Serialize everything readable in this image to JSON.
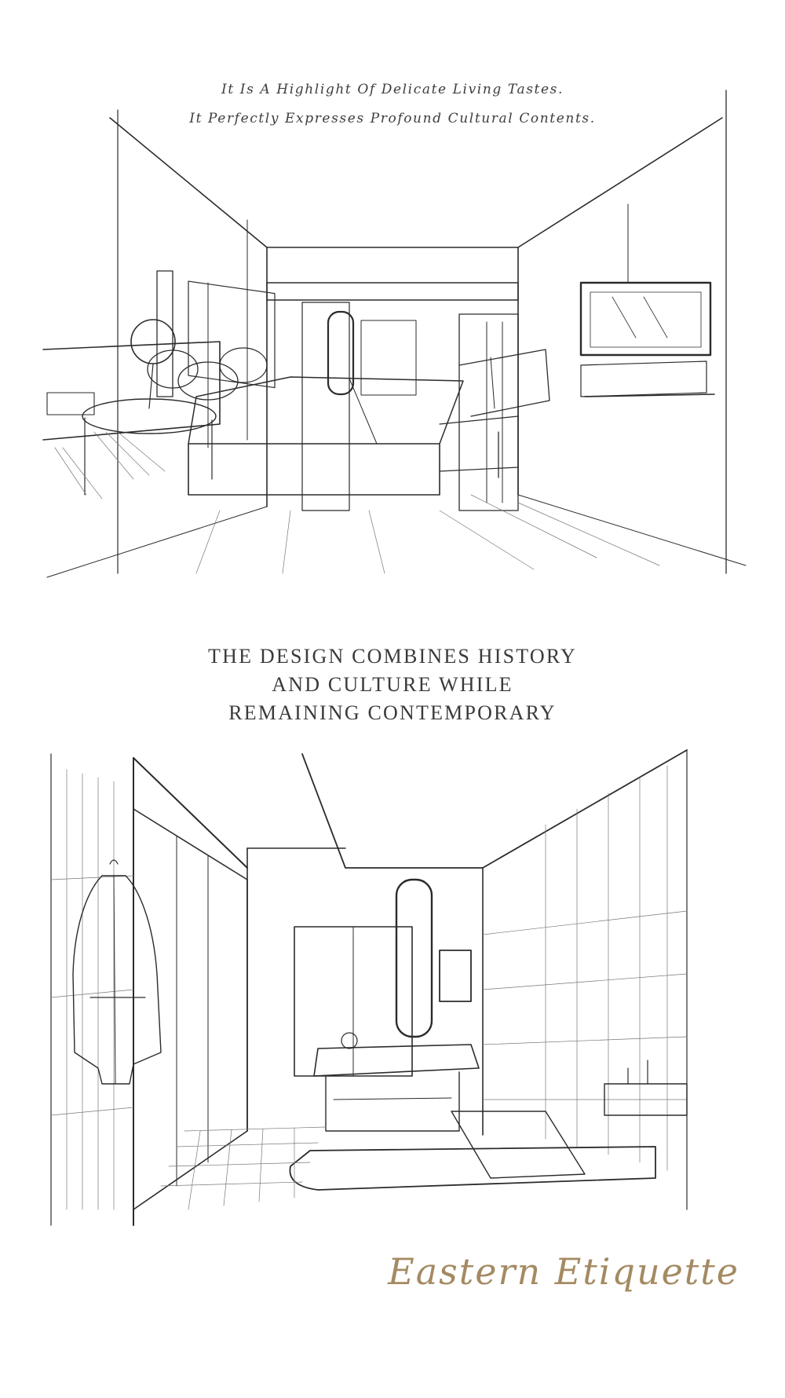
{
  "intro": {
    "line1": "It Is A Highlight Of Delicate Living Tastes.",
    "line2": "It Perfectly Expresses Profound Cultural Contents."
  },
  "heading": {
    "line1": "THE DESIGN COMBINES HISTORY",
    "line2": "AND CULTURE WHILE",
    "line3": "REMAINING CONTEMPORARY"
  },
  "signature": "Eastern Etiquette",
  "colors": {
    "text": "#3a3a3a",
    "sketch": "#2b2b2b",
    "signature": "#a48a62",
    "background": "#ffffff"
  }
}
